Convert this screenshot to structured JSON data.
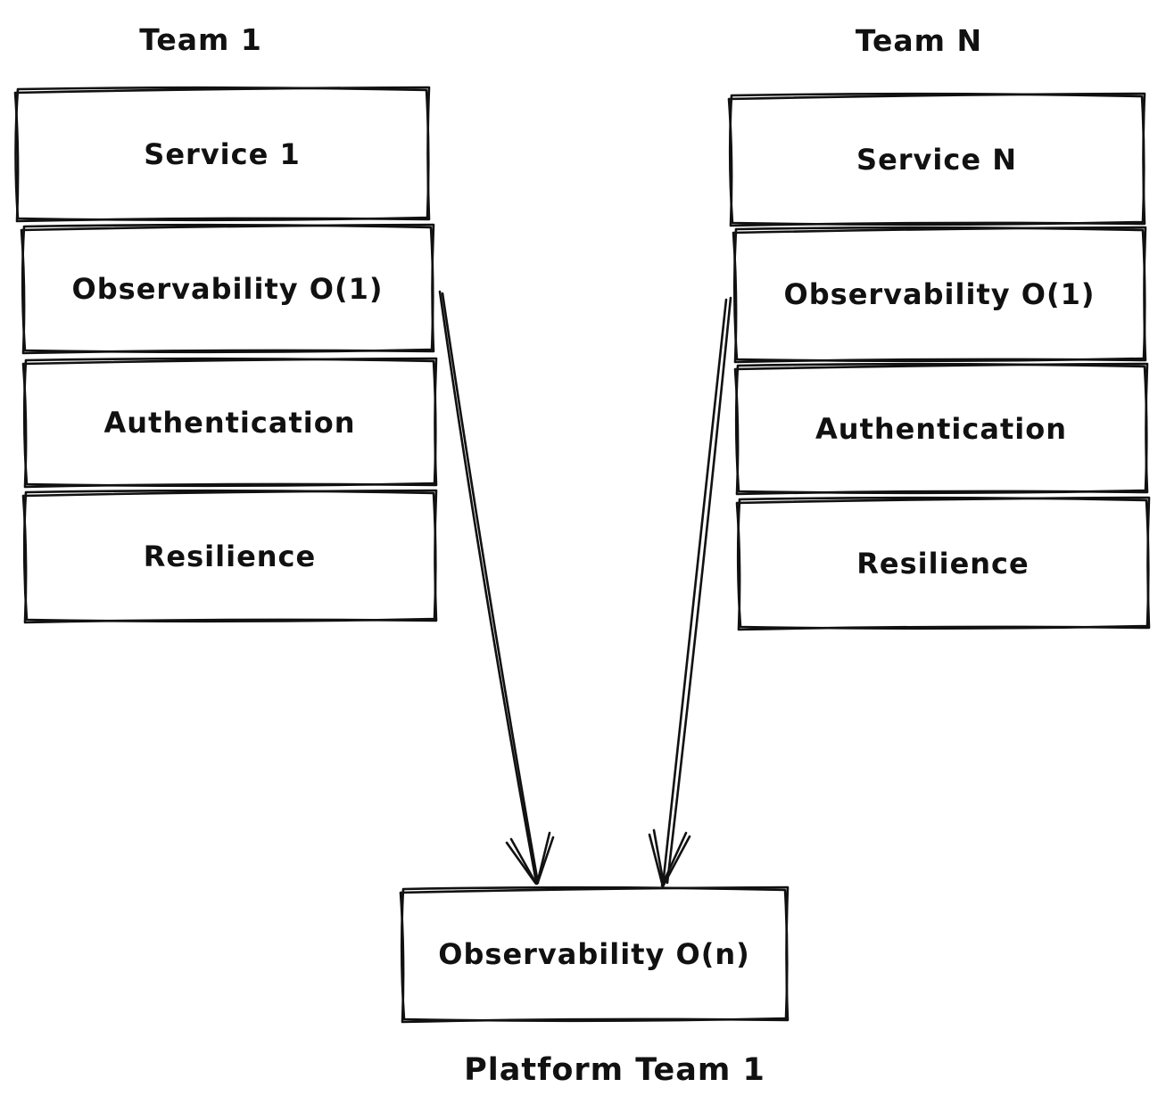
{
  "teams": [
    {
      "title": "Team 1",
      "boxes": [
        "Service 1",
        "Observability O(1)",
        "Authentication",
        "Resilience"
      ]
    },
    {
      "title": "Team N",
      "boxes": [
        "Service N",
        "Observability O(1)",
        "Authentication",
        "Resilience"
      ]
    }
  ],
  "platform": {
    "box_label": "Observability O(n)",
    "caption": "Platform Team 1"
  },
  "connections": [
    {
      "from": "team-1-observability-o1",
      "to": "platform-observability-on"
    },
    {
      "from": "team-n-observability-o1",
      "to": "platform-observability-on"
    }
  ],
  "colors": {
    "ink": "#111111",
    "background": "#ffffff"
  }
}
